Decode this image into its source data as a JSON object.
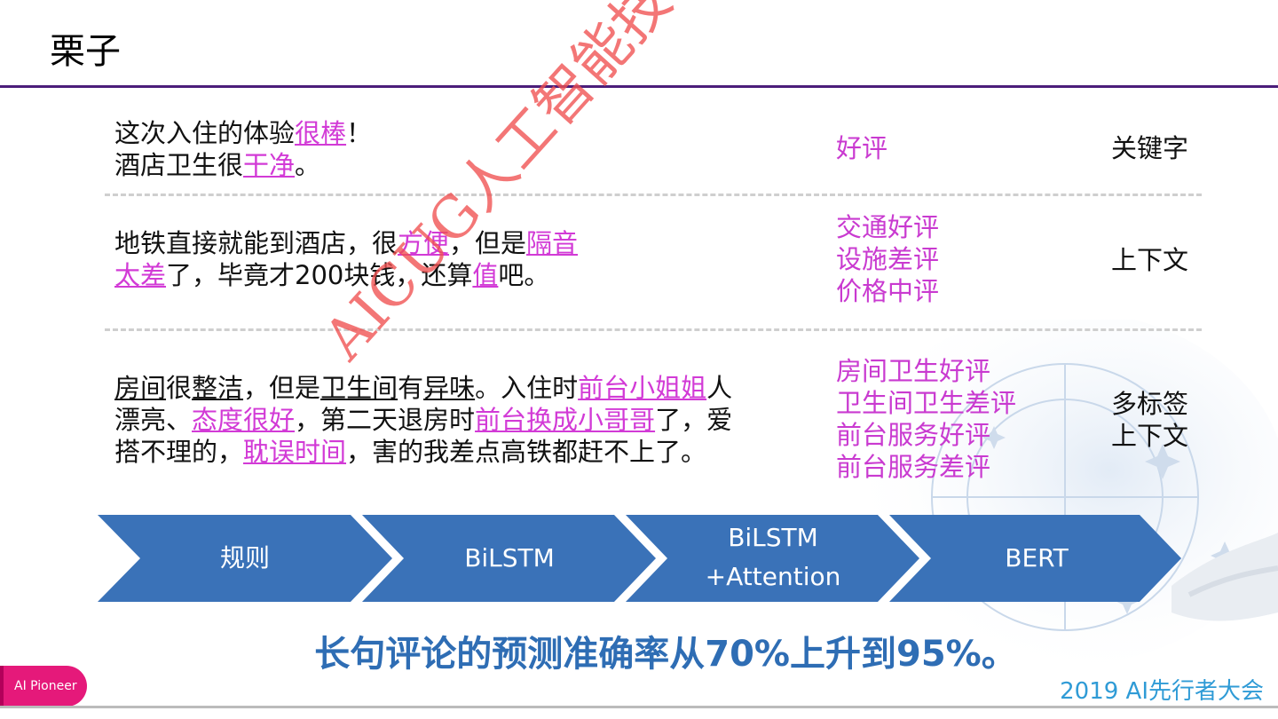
{
  "slide": {
    "title": "栗子"
  },
  "examples": [
    {
      "review_lines": [
        [
          {
            "t": "这次入住的体验"
          },
          {
            "t": "很棒",
            "h": true
          },
          {
            "t": "！"
          }
        ],
        [
          {
            "t": "酒店卫生很"
          },
          {
            "t": "干净",
            "h": true
          },
          {
            "t": "。"
          }
        ]
      ],
      "labels": [
        "好评"
      ],
      "method": [
        "关键字"
      ]
    },
    {
      "review_lines": [
        [
          {
            "t": "地铁直接就能到酒店，很"
          },
          {
            "t": "方便",
            "h": true
          },
          {
            "t": "，但是"
          },
          {
            "t": "隔音",
            "h": true
          }
        ],
        [
          {
            "t": "太差",
            "h": true
          },
          {
            "t": "了，毕竟才200块钱，还算"
          },
          {
            "t": "值",
            "h": true
          },
          {
            "t": "吧。"
          }
        ]
      ],
      "labels": [
        "交通好评",
        "设施差评",
        "价格中评"
      ],
      "method": [
        "上下文"
      ]
    },
    {
      "review_lines": [
        [
          {
            "t": "房间",
            "u": true
          },
          {
            "t": "很"
          },
          {
            "t": "整洁",
            "u": true
          },
          {
            "t": "，但是"
          },
          {
            "t": "卫生间",
            "u": true
          },
          {
            "t": "有"
          },
          {
            "t": "异味",
            "u": true
          },
          {
            "t": "。入住时"
          },
          {
            "t": "前台小姐姐",
            "h": true
          },
          {
            "t": "人"
          }
        ],
        [
          {
            "t": "漂亮、"
          },
          {
            "t": "态度很好",
            "h": true
          },
          {
            "t": "，第二天退房时"
          },
          {
            "t": "前台换成小哥哥",
            "h": true
          },
          {
            "t": "了，爱"
          }
        ],
        [
          {
            "t": "搭不理的，"
          },
          {
            "t": "耽误时间",
            "h": true
          },
          {
            "t": "，害的我差点高铁都赶不上了。"
          }
        ]
      ],
      "labels": [
        "房间卫生好评",
        "卫生间卫生差评",
        "前台服务好评",
        "前台服务差评"
      ],
      "method": [
        "多标签",
        "上下文"
      ]
    }
  ],
  "pipeline": {
    "steps": [
      [
        "规则"
      ],
      [
        "BiLSTM"
      ],
      [
        "BiLSTM",
        "+Attention"
      ],
      [
        "BERT"
      ]
    ],
    "color": "#3a72b8"
  },
  "summary": "长句评论的预测准确率从70%上升到95%。",
  "footer": {
    "badge": "AI Pioneer",
    "conference": "2019 AI先行者大会"
  },
  "watermark": "AICUG人工智能技术社区 www.aicug.cn",
  "colors": {
    "highlight": "#d23ad6",
    "label": "#c93ad0",
    "summary": "#2e6db4",
    "rule": "#4b1d7a",
    "badge": "#e5197a"
  }
}
